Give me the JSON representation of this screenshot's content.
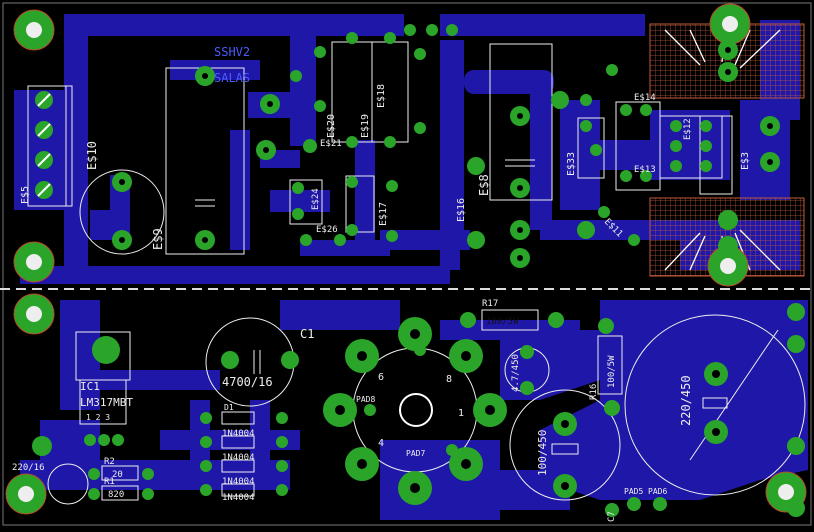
{
  "labels": {
    "e5": "E$5",
    "e10": "E$10",
    "e9": "E$9",
    "ssh": "SSHV2",
    "salas": "SALAS",
    "e20": "E$20",
    "e19": "E$19",
    "e18": "E$18",
    "e21": "E$21",
    "e24": "E$24",
    "e26": "E$26",
    "e16": "E$16",
    "e8": "E$8",
    "e17": "E$17",
    "e33": "E$33",
    "e14": "E$14",
    "e13": "E$13",
    "e12": "E$12",
    "e11": "E$11",
    "e3": "E$3",
    "c1": "C1",
    "c4700": "4700/16",
    "ic1": "IC1",
    "lm317": "LM317MBT",
    "pins": "1  2  3",
    "r2": "R2",
    "r1": "R1",
    "v20": "20",
    "v820": "820",
    "v22016": "220/16",
    "d1": "D1",
    "n1": "1N4004",
    "n2": "1N4004",
    "n3": "1N4004",
    "n4": "1N4004",
    "r17": "R17",
    "r17v": "100/5W",
    "r16": "R16",
    "r16v": "100/5W",
    "c220450": "220/450",
    "c100450": "100/450",
    "c47450": "4.7/450",
    "pad8": "PAD8",
    "pad7": "PAD7",
    "pad5": "PAD5",
    "pad6": "PAD6",
    "n6": "6",
    "n8": "8",
    "n4b": "4",
    "n1b": "1",
    "c7": "C7"
  }
}
